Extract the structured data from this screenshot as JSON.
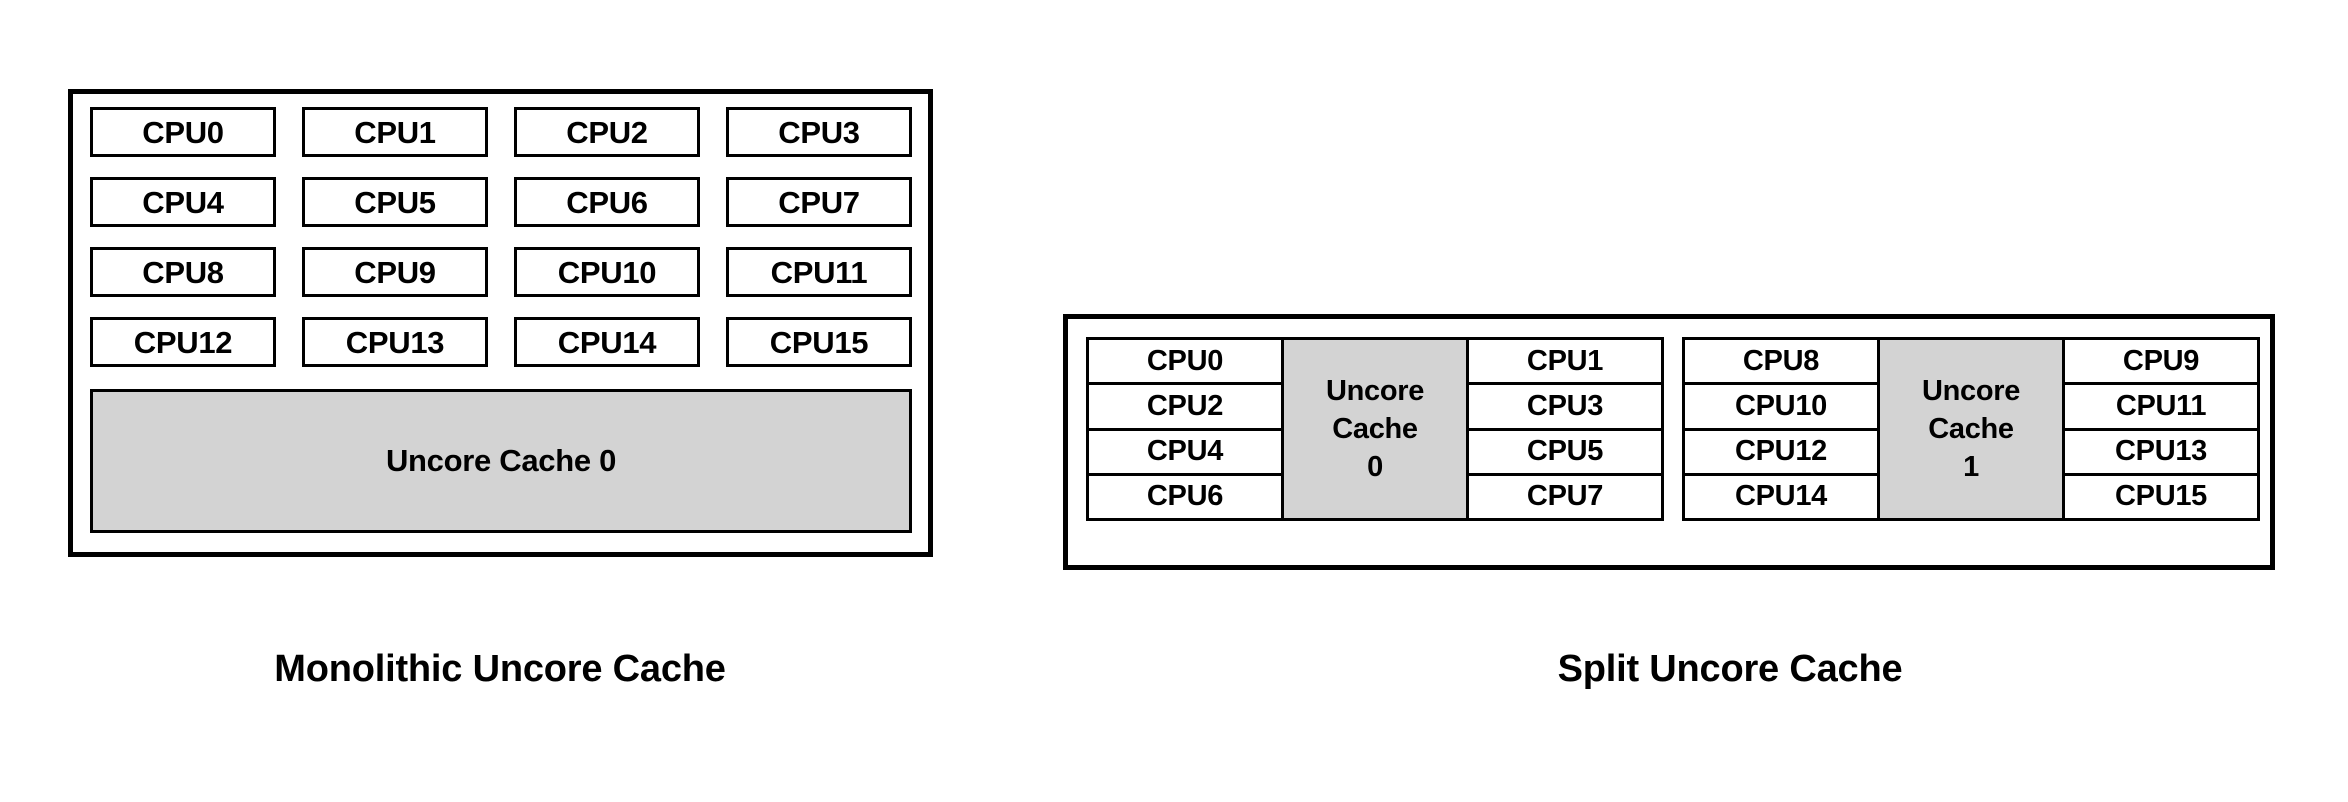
{
  "figures": {
    "monolithic": {
      "caption": "Monolithic Uncore Cache",
      "cpus": [
        "CPU0",
        "CPU1",
        "CPU2",
        "CPU3",
        "CPU4",
        "CPU5",
        "CPU6",
        "CPU7",
        "CPU8",
        "CPU9",
        "CPU10",
        "CPU11",
        "CPU12",
        "CPU13",
        "CPU14",
        "CPU15"
      ],
      "cache": {
        "label": "Uncore Cache 0"
      }
    },
    "split": {
      "caption": "Split Uncore Cache",
      "clusters": [
        {
          "left_cpus": [
            "CPU0",
            "CPU2",
            "CPU4",
            "CPU6"
          ],
          "cache": {
            "line1": "Uncore",
            "line2": "Cache",
            "line3": "0"
          },
          "right_cpus": [
            "CPU1",
            "CPU3",
            "CPU5",
            "CPU7"
          ]
        },
        {
          "left_cpus": [
            "CPU8",
            "CPU10",
            "CPU12",
            "CPU14"
          ],
          "cache": {
            "line1": "Uncore",
            "line2": "Cache",
            "line3": "1"
          },
          "right_cpus": [
            "CPU9",
            "CPU11",
            "CPU13",
            "CPU15"
          ]
        }
      ]
    }
  },
  "colors": {
    "cache_fill": "#d3d3d3",
    "border": "#000000",
    "cpu_fill": "#ffffff",
    "background": "#ffffff"
  }
}
